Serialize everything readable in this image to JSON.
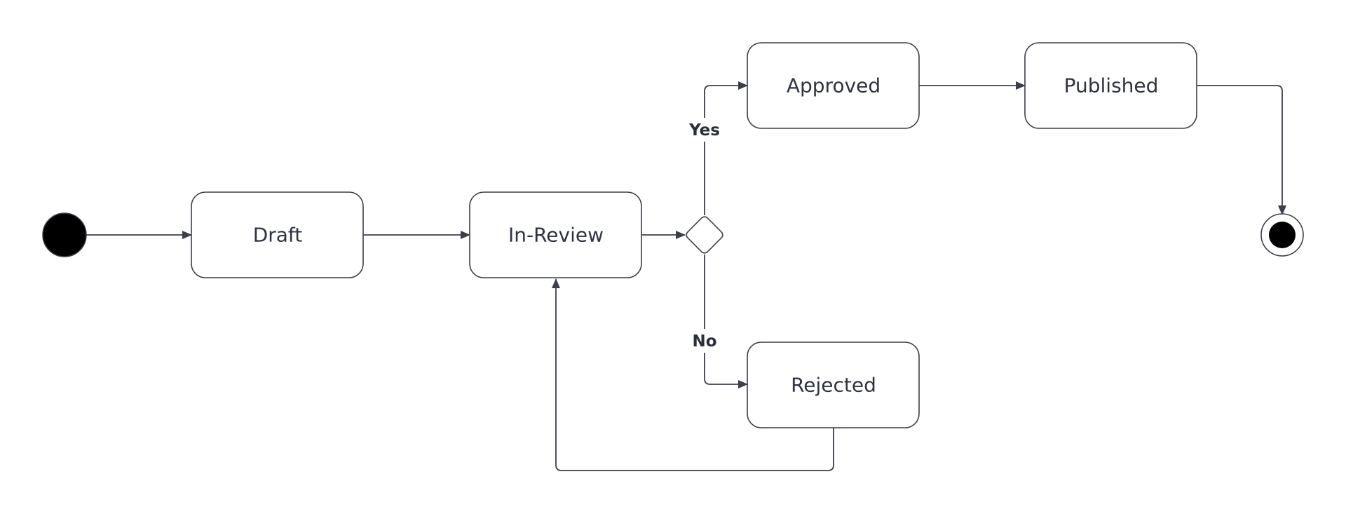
{
  "diagram": {
    "type": "state-machine",
    "states": {
      "draft": "Draft",
      "in_review": "In-Review",
      "approved": "Approved",
      "published": "Published",
      "rejected": "Rejected"
    },
    "decision": {
      "yes_label": "Yes",
      "no_label": "No"
    },
    "transitions": [
      {
        "from": "start",
        "to": "Draft"
      },
      {
        "from": "Draft",
        "to": "In-Review"
      },
      {
        "from": "In-Review",
        "to": "decision"
      },
      {
        "from": "decision",
        "to": "Approved",
        "label": "Yes"
      },
      {
        "from": "decision",
        "to": "Rejected",
        "label": "No"
      },
      {
        "from": "Approved",
        "to": "Published"
      },
      {
        "from": "Published",
        "to": "end"
      },
      {
        "from": "Rejected",
        "to": "In-Review"
      }
    ]
  },
  "colors": {
    "stroke": "#3b3f4a",
    "text": "#2f3340",
    "node_fill": "#000000",
    "background": "#ffffff"
  }
}
